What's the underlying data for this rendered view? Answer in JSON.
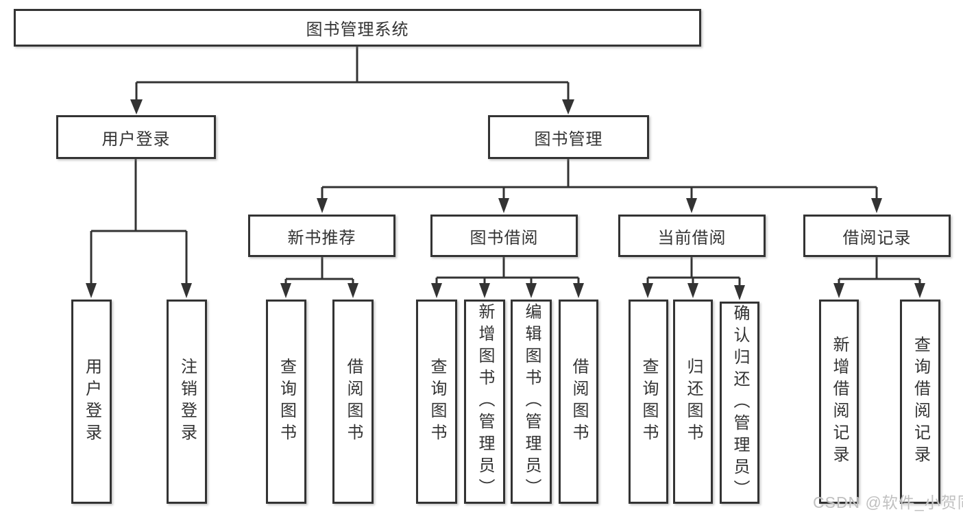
{
  "diagram": {
    "root": {
      "label": "图书管理系统"
    },
    "branches": [
      {
        "label": "用户登录",
        "children": [
          {
            "label": "用户登录"
          },
          {
            "label": "注销登录"
          }
        ]
      },
      {
        "label": "图书管理",
        "children": [
          {
            "label": "新书推荐",
            "children": [
              {
                "label": "查询图书"
              },
              {
                "label": "借阅图书"
              }
            ]
          },
          {
            "label": "图书借阅",
            "children": [
              {
                "label": "查询图书"
              },
              {
                "label": "新增图书（管理员）"
              },
              {
                "label": "编辑图书（管理员）"
              },
              {
                "label": "借阅图书"
              }
            ]
          },
          {
            "label": "当前借阅",
            "children": [
              {
                "label": "查询图书"
              },
              {
                "label": "归还图书"
              },
              {
                "label": "确认归还（管理员）"
              }
            ]
          },
          {
            "label": "借阅记录",
            "children": [
              {
                "label": "新增借阅记录"
              },
              {
                "label": "查询借阅记录"
              }
            ]
          }
        ]
      }
    ]
  },
  "watermark": {
    "text": "CSDN @软件_小贺同学"
  },
  "colors": {
    "line": "#333333",
    "border": "#333333",
    "text": "#333333",
    "watermark": "#c0c0c0",
    "background": "#ffffff"
  }
}
